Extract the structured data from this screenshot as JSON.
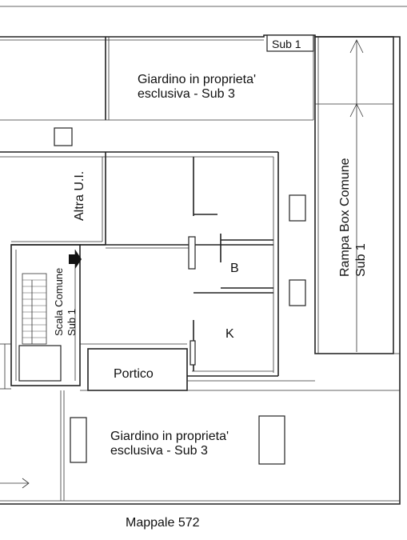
{
  "labels": {
    "sub1_top": "Sub 1",
    "garden_top_line1": "Giardino in proprieta'",
    "garden_top_line2": "esclusiva - Sub 3",
    "altra_ui": "Altra U.I.",
    "rampa_line1": "Rampa Box Comune",
    "rampa_line2": "Sub 1",
    "scala_line1": "Scala Comune",
    "scala_line2": "Sub 1",
    "room_b": "B",
    "room_k": "K",
    "portico": "Portico",
    "garden_bottom_line1": "Giardino in proprieta'",
    "garden_bottom_line2": "esclusiva - Sub 3",
    "mappale": "Mappale 572"
  }
}
